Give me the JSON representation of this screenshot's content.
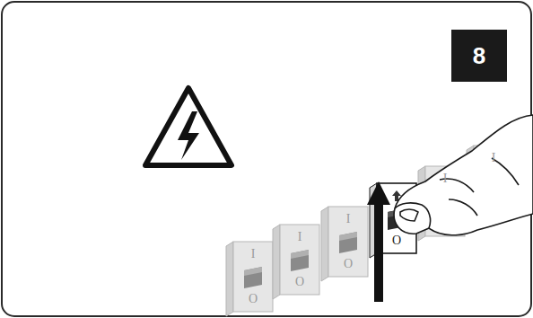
{
  "diagram": {
    "nodes": [
      {
        "text": [
          "8"
        ]
      }
    ],
    "labels": [
      "I",
      "I",
      "I",
      "I",
      "I",
      "O",
      "O",
      "O",
      "O"
    ]
  }
}
